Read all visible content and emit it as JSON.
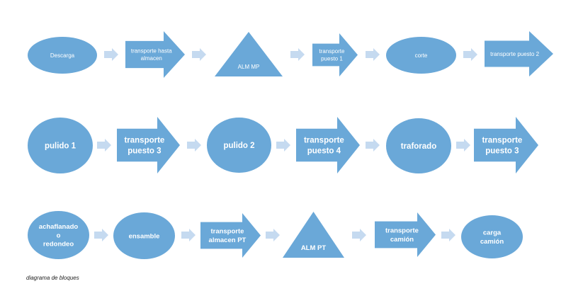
{
  "colors": {
    "shape_fill": "#6aa8d8",
    "connector_fill": "#c5daf0",
    "label_color": "#ffffff"
  },
  "rows": [
    {
      "nodes": [
        {
          "shape": "ellipse",
          "lines": [
            "Descarga"
          ]
        },
        {
          "shape": "arrow",
          "lines": [
            "transporte hasta",
            "almacen"
          ]
        },
        {
          "shape": "triangle",
          "lines": [
            "ALM MP"
          ]
        },
        {
          "shape": "arrow",
          "lines": [
            "transporte",
            "puesto 1"
          ]
        },
        {
          "shape": "ellipse",
          "lines": [
            "corte"
          ]
        },
        {
          "shape": "arrow",
          "lines": [
            "transporte puesto 2"
          ]
        }
      ]
    },
    {
      "nodes": [
        {
          "shape": "circle",
          "lines": [
            "pulido 1"
          ]
        },
        {
          "shape": "arrow",
          "lines": [
            "transporte",
            "puesto 3"
          ]
        },
        {
          "shape": "circle",
          "lines": [
            "pulido 2"
          ]
        },
        {
          "shape": "arrow",
          "lines": [
            "transporte",
            "puesto 4"
          ]
        },
        {
          "shape": "ellipse",
          "lines": [
            "traforado"
          ]
        },
        {
          "shape": "arrow",
          "lines": [
            "transporte",
            "puesto 3"
          ]
        }
      ]
    },
    {
      "nodes": [
        {
          "shape": "circle",
          "lines": [
            "achaflanado",
            "o",
            "redondeo"
          ]
        },
        {
          "shape": "ellipse",
          "lines": [
            "ensamble"
          ]
        },
        {
          "shape": "arrow",
          "lines": [
            "transporte",
            "almacen PT"
          ]
        },
        {
          "shape": "triangle",
          "lines": [
            "ALM PT"
          ]
        },
        {
          "shape": "arrow",
          "lines": [
            "transporte",
            "camión"
          ]
        },
        {
          "shape": "ellipse",
          "lines": [
            "carga",
            "camión"
          ]
        }
      ]
    }
  ],
  "caption": "diagrama de bloques"
}
